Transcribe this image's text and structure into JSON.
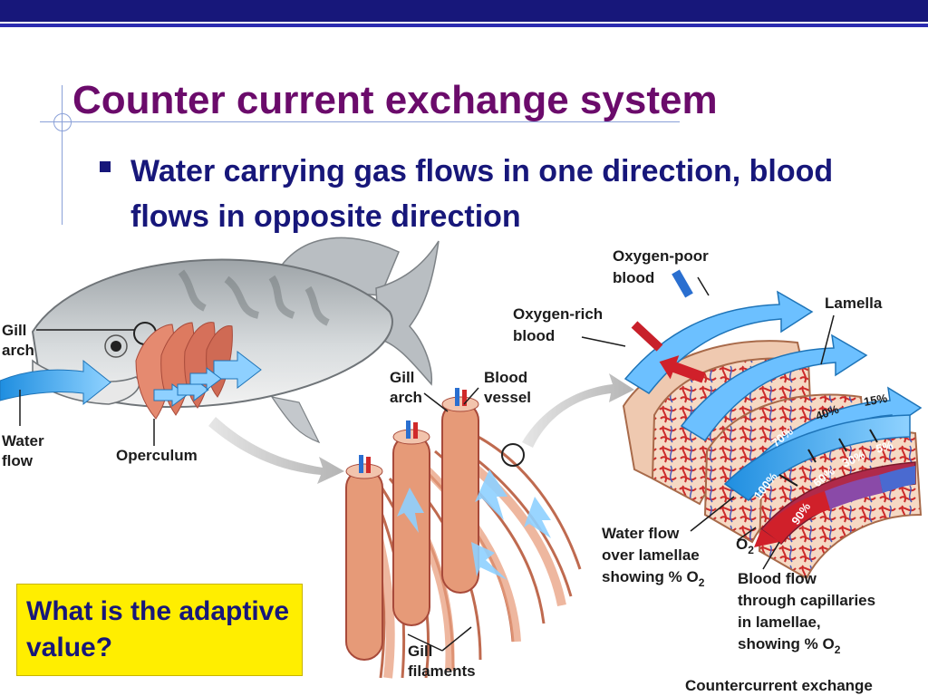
{
  "slide": {
    "title": "Counter current exchange system",
    "bullet": "Water carrying gas flows in one direction, blood flows in opposite direction",
    "question": "What is the adaptive value?"
  },
  "figure": {
    "labels": {
      "gill_arch_1": [
        "Gill",
        "arch"
      ],
      "water_flow": [
        "Water",
        "flow"
      ],
      "operculum": "Operculum",
      "gill_arch_2": [
        "Gill",
        "arch"
      ],
      "blood_vessel": [
        "Blood",
        "vessel"
      ],
      "gill_filaments": [
        "Gill",
        "filaments"
      ],
      "oxygen_poor": [
        "Oxygen-poor",
        "blood"
      ],
      "oxygen_rich": [
        "Oxygen-rich",
        "blood"
      ],
      "lamella": "Lamella",
      "water_over_lamellae": [
        "Water flow",
        "over lamellae",
        "showing % O"
      ],
      "o2": "O",
      "blood_flow": [
        "Blood flow",
        "through capillaries",
        "in lamellae,",
        "showing % O"
      ],
      "subscript": "2",
      "caption": "Countercurrent exchange"
    },
    "water_percent": [
      "100%",
      "70%",
      "40%",
      "15%"
    ],
    "blood_percent": [
      "90%",
      "60%",
      "30%",
      "5%"
    ]
  },
  "colors": {
    "title": "#6b0b6b",
    "bullet": "#17177a",
    "water": "#3aa0e8",
    "blood": "#c8202a",
    "question_box": "#ffee00"
  }
}
